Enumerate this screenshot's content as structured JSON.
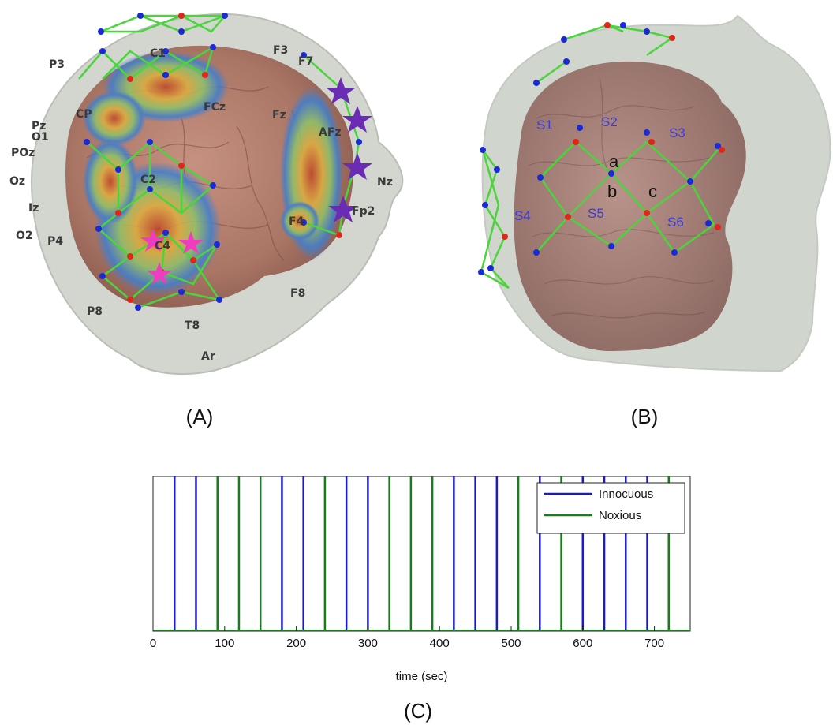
{
  "panelA": {
    "label": "(A)",
    "electrodes": [
      {
        "text": "P3"
      },
      {
        "text": "F3"
      },
      {
        "text": "F7"
      },
      {
        "text": "CP"
      },
      {
        "text": "Fz"
      },
      {
        "text": "FCz"
      },
      {
        "text": "AFz"
      },
      {
        "text": "O1"
      },
      {
        "text": "Pz"
      },
      {
        "text": "POz"
      },
      {
        "text": "Oz"
      },
      {
        "text": "Iz"
      },
      {
        "text": "O2"
      },
      {
        "text": "P4"
      },
      {
        "text": "C2"
      },
      {
        "text": "C1"
      },
      {
        "text": "C4"
      },
      {
        "text": "F4"
      },
      {
        "text": "Fp2"
      },
      {
        "text": "Nz"
      },
      {
        "text": "F8"
      },
      {
        "text": "P8"
      },
      {
        "text": "T8"
      },
      {
        "text": "Ar"
      }
    ]
  },
  "panelB": {
    "label": "(B)",
    "sources": [
      {
        "text": "S1"
      },
      {
        "text": "S2"
      },
      {
        "text": "S3"
      },
      {
        "text": "S4"
      },
      {
        "text": "S5"
      },
      {
        "text": "S6"
      }
    ],
    "channels": [
      {
        "text": "a"
      },
      {
        "text": "b"
      },
      {
        "text": "c"
      }
    ]
  },
  "panelC": {
    "label": "(C)",
    "colors": {
      "innocuous": "#1a1acc",
      "noxious": "#1e7a1e"
    },
    "chart_data": {
      "type": "line",
      "xlabel": "time (sec)",
      "ylabel": "",
      "xlim": [
        0,
        750
      ],
      "xticks": [
        0,
        100,
        200,
        300,
        400,
        500,
        600,
        700
      ],
      "grid": false,
      "legend_position": "top-right",
      "series": [
        {
          "name": "Innocuous",
          "x": [
            30,
            60,
            180,
            210,
            270,
            300,
            420,
            450,
            480,
            540,
            600,
            630,
            660,
            690
          ]
        },
        {
          "name": "Noxious",
          "x": [
            90,
            120,
            150,
            240,
            330,
            360,
            390,
            510,
            570,
            720
          ]
        }
      ]
    }
  }
}
